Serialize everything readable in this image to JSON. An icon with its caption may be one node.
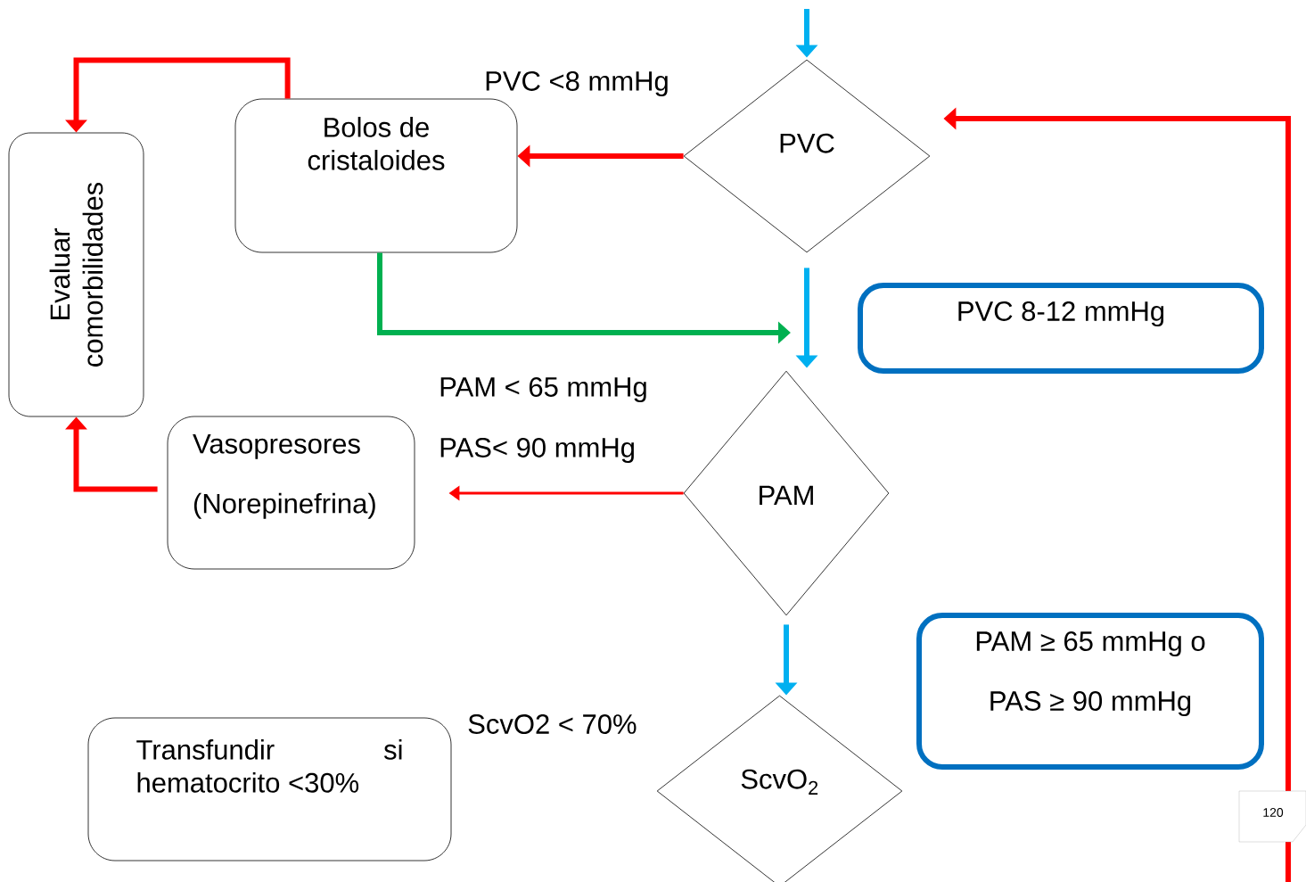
{
  "diagram": {
    "nodes": [
      {
        "text": [
          "Evaluar comorbilidades"
        ]
      },
      {
        "text": [
          "Bolos de cristaloides"
        ]
      },
      {
        "text": [
          "PVC"
        ]
      },
      {
        "text": [
          "PVC 8-12 mmHg"
        ]
      },
      {
        "text": [
          "PAM"
        ]
      },
      {
        "text": [
          "Vasopresores",
          "(Norepinefrina)"
        ]
      },
      {
        "text": [
          "PAM ≥ 65 mmHg o",
          "PAS ≥ 90 mmHg"
        ]
      },
      {
        "text": [
          "Transfundir si hematocrito <30%"
        ]
      },
      {
        "text": [
          "ScvO$_{2}$"
        ]
      }
    ],
    "edges": [
      {
        "from": null,
        "to": 2,
        "arrow": "to",
        "color": "#00b0f0"
      },
      {
        "from": 2,
        "to": 1,
        "arrow": "to"
      },
      {
        "from": 1,
        "to": 0,
        "arrow": "to"
      },
      {
        "from": 1,
        "to": null,
        "arrow": "to",
        "color": "#00b050"
      },
      {
        "from": 2,
        "to": 4,
        "arrow": "to",
        "color": "#00b0f0"
      },
      {
        "from": 4,
        "to": 5,
        "arrow": "to"
      },
      {
        "from": 5,
        "to": 0,
        "arrow": "to"
      },
      {
        "from": 4,
        "to": 8,
        "arrow": "to",
        "color": "#00b0f0"
      },
      {
        "from": null,
        "to": 2,
        "arrow": "to"
      }
    ],
    "labels": [
      "PVC <8 mmHg",
      "PAM < 65 mmHg",
      "PAS< 90 mmHg",
      "ScvO2 < 70%",
      "120"
    ]
  }
}
